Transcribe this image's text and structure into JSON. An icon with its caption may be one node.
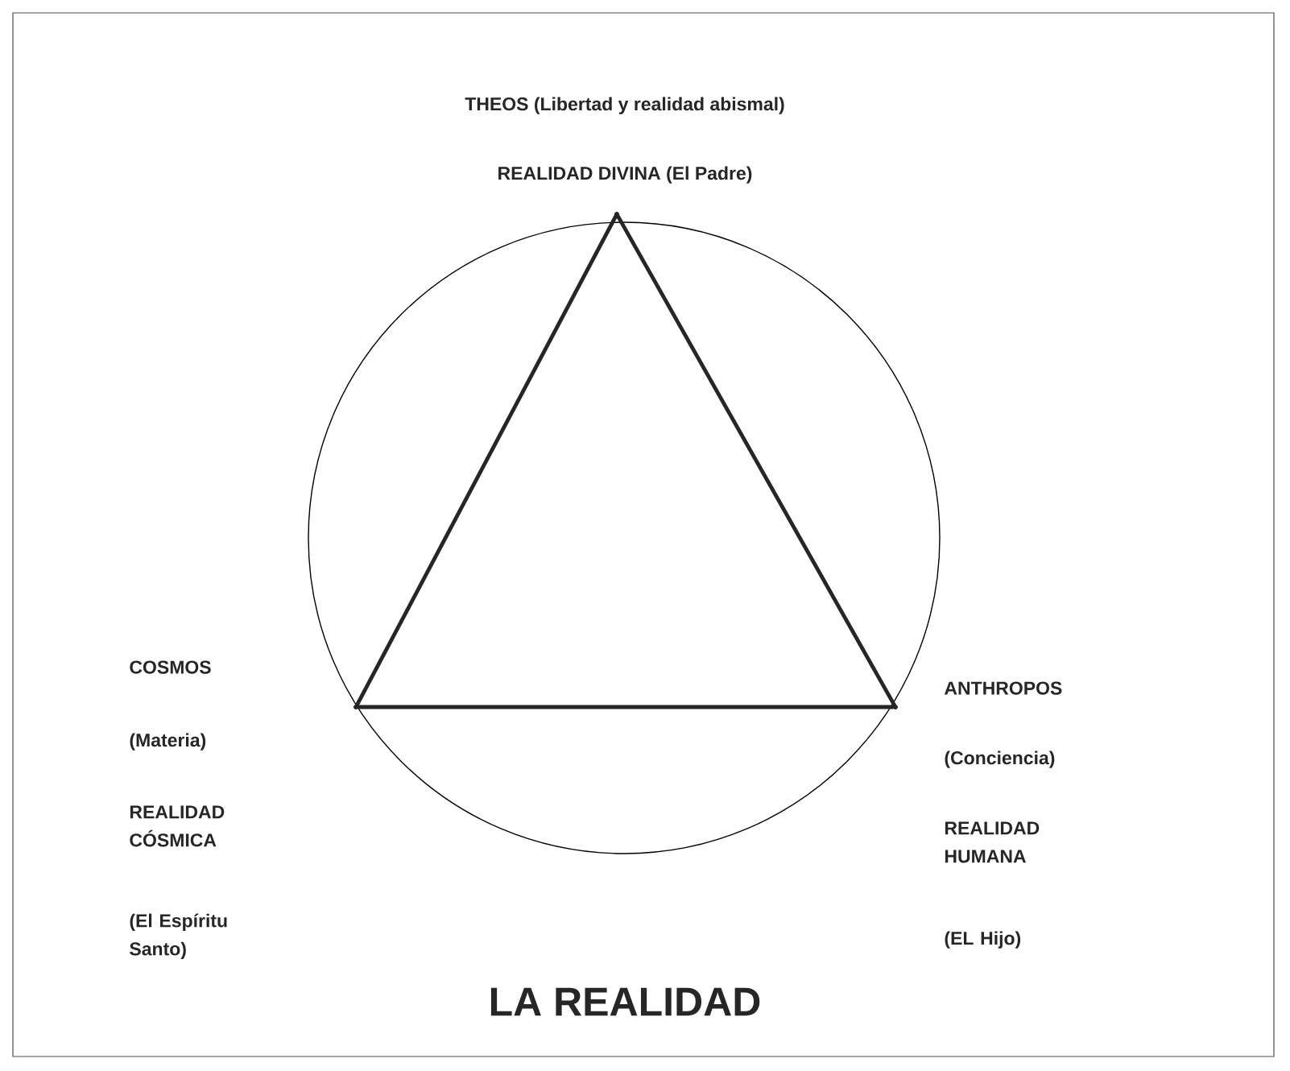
{
  "diagram": {
    "caption": "LA REALIDAD",
    "nodes": [
      {
        "text": [],
        "shape": "point",
        "beside": [
          "THEOS (Libertad y realidad abismal)",
          "REALIDAD DIVINA (El Padre)"
        ]
      },
      {
        "text": [],
        "shape": "point",
        "beside": [
          "COSMOS",
          "(Materia)",
          "REALIDAD CÓSMICA",
          "(El Espíritu Santo)"
        ]
      },
      {
        "text": [],
        "shape": "point",
        "beside": [
          "ANTHROPOS",
          "(Conciencia)",
          "REALIDAD HUMANA",
          "(EL Hijo)"
        ]
      }
    ],
    "edges": [
      {
        "from": 0,
        "to": 1,
        "arrow": "none"
      },
      {
        "from": 1,
        "to": 2,
        "arrow": "none"
      },
      {
        "from": 2,
        "to": 0,
        "arrow": "none"
      }
    ]
  }
}
